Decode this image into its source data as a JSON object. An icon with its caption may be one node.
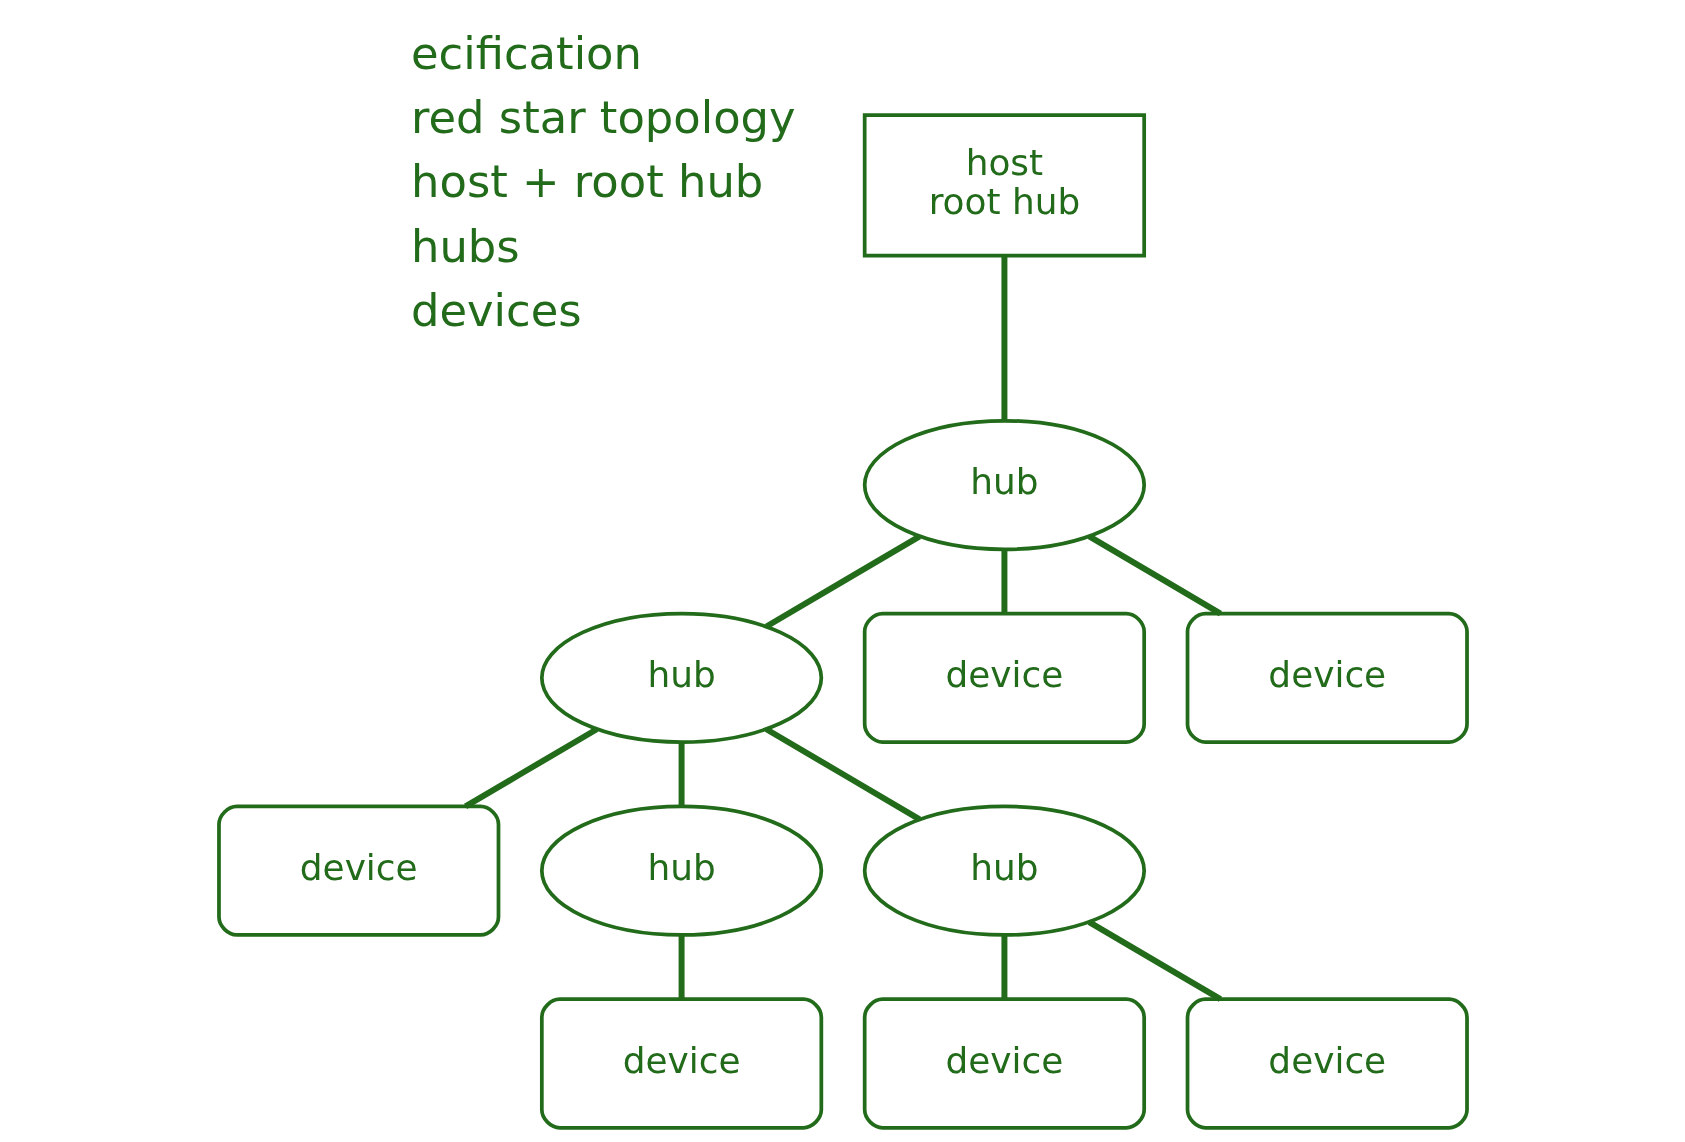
{
  "diagram": {
    "nodes": [
      {
        "text": [
          "host",
          "root hub"
        ]
      },
      {
        "text": [
          "hub"
        ]
      },
      {
        "text": [
          "hub"
        ]
      },
      {
        "text": [
          "device"
        ]
      },
      {
        "text": [
          "device"
        ]
      },
      {
        "text": [
          "device"
        ]
      },
      {
        "text": [
          "hub"
        ]
      },
      {
        "text": [
          "hub"
        ]
      },
      {
        "text": [
          "device"
        ]
      },
      {
        "text": [
          "device"
        ]
      },
      {
        "text": [
          "device"
        ]
      }
    ],
    "edges": [
      {
        "from": 0,
        "to": 1,
        "arrow": "none"
      },
      {
        "from": 1,
        "to": 2,
        "arrow": "none"
      },
      {
        "from": 1,
        "to": 3,
        "arrow": "none"
      },
      {
        "from": 1,
        "to": 4,
        "arrow": "none"
      },
      {
        "from": 2,
        "to": 5,
        "arrow": "none"
      },
      {
        "from": 2,
        "to": 6,
        "arrow": "none"
      },
      {
        "from": 2,
        "to": 7,
        "arrow": "none"
      },
      {
        "from": 6,
        "to": 8,
        "arrow": "none"
      },
      {
        "from": 7,
        "to": 9,
        "arrow": "none"
      },
      {
        "from": 7,
        "to": 10,
        "arrow": "none"
      }
    ],
    "labels": [
      "ecification",
      "red star topology",
      "host + root hub",
      "hubs",
      "devices"
    ]
  }
}
